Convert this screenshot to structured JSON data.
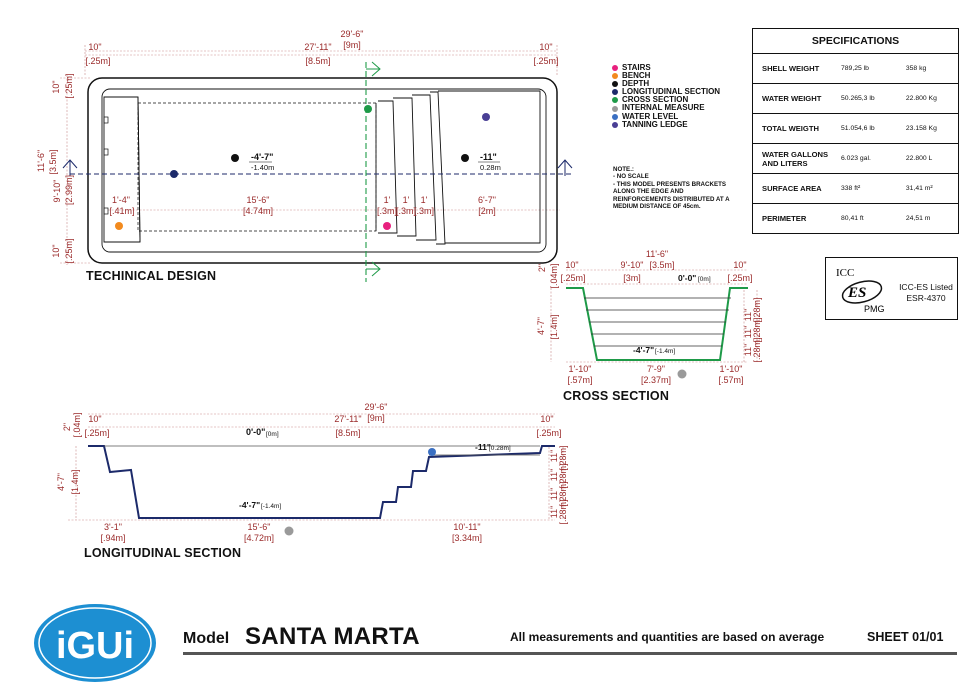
{
  "design": {
    "title": "TECHINICAL DESIGN",
    "top_total_ft": "29'-6\"",
    "top_total_m": "[9m]",
    "left_ft": "10\"",
    "left_m": "[.25m]",
    "mid_ft": "27'-11\"",
    "mid_m": "[8.5m]",
    "right_ft": "10\"",
    "right_m": "[.25m]",
    "side_top_ft": "10\"",
    "side_top_m": "[.25m]",
    "side_mid_ft": "9'-10\"",
    "side_mid_m": "[2.99m]",
    "side_bot_ft": "10\"",
    "side_bot_m": "[.25m]",
    "overall_width_ft": "11'-6\"",
    "overall_width_m": "[3.5m]",
    "depth_deep_ft": "-4'-7\"",
    "depth_deep_m": "-1.40m",
    "depth_shallow_ft": "-11\"",
    "depth_shallow_m": "0.28m",
    "seat_ft": "1'-4\"",
    "seat_m": "[.41m]",
    "deep_len_ft": "15'-6\"",
    "deep_len_m": "[4.74m]",
    "step1_ft": "1'",
    "step1_m": "[.3m]",
    "step2_ft": "1'",
    "step2_m": "[.3m]",
    "step3_ft": "1'",
    "step3_m": "[.3m]",
    "ledge_ft": "6'-7\"",
    "ledge_m": "[2m]"
  },
  "legend": [
    {
      "label": "STAIRS",
      "color": "#e8207e"
    },
    {
      "label": "BENCH",
      "color": "#f28a1e"
    },
    {
      "label": "DEPTH",
      "color": "#111111"
    },
    {
      "label": "LONGITUDINAL SECTION",
      "color": "#1c2a6a"
    },
    {
      "label": "CROSS SECTION",
      "color": "#1e9a48"
    },
    {
      "label": "INTERNAL MEASURE",
      "color": "#9a9a9a"
    },
    {
      "label": "WATER LEVEL",
      "color": "#3a6fc2"
    },
    {
      "label": "TANNING LEDGE",
      "color": "#4a3f95"
    }
  ],
  "note": {
    "title": "NOTE.:",
    "line1": "- NO SCALE",
    "line2": "- THIS MODEL PRESENTS BRACKETS ALONG THE EDGE AND REINFORCEMENTS DISTRIBUTED AT A MEDIUM DISTANCE OF 45cm."
  },
  "specs": {
    "title": "SPECIFICATIONS",
    "rows": [
      {
        "label": "SHELL WEIGHT",
        "imperial": "789,25 lb",
        "metric": "358 kg"
      },
      {
        "label": "WATER WEIGHT",
        "imperial": "50.265,3 lb",
        "metric": "22.800 Kg"
      },
      {
        "label": "TOTAL WEIGTH",
        "imperial": "51.054,6 lb",
        "metric": "23.158 Kg"
      },
      {
        "label": "WATER GALLONS AND LITERS",
        "imperial": "6.023 gal.",
        "metric": "22.800 L"
      },
      {
        "label": "SURFACE AREA",
        "imperial": "338 ft²",
        "metric": "31,41 m²"
      },
      {
        "label": "PERIMETER",
        "imperial": "80,41 ft",
        "metric": "24,51 m"
      }
    ]
  },
  "cross": {
    "title": "CROSS SECTION",
    "total_ft": "11'-6\"",
    "total_m": "[3.5m]",
    "left_ft": "10\"",
    "left_m": "[.25m]",
    "mid_ft": "9'-10\"",
    "mid_m": "[3m]",
    "right_ft": "10\"",
    "right_m": "[.25m]",
    "top_lvl": "0'-0\"",
    "top_lvl_m": "[0m]",
    "bottom_lvl": "-4'-7\"",
    "bottom_lvl_m": "[-1.4m]",
    "rim_ft": "2\"",
    "rim_m": "[.04m]",
    "depth_ft": "4'-7\"",
    "depth_m": "[1.4m]",
    "bl_ft": "1'-10\"",
    "bl_m": "[.57m]",
    "bm_ft": "7'-9\"",
    "bm_m": "[2.37m]",
    "br_ft": "1'-10\"",
    "br_m": "[.57m]",
    "step_ft": "11\"",
    "step_m": "[.28m]"
  },
  "long": {
    "title": "LONGITUDINAL SECTION",
    "total_ft": "29'-6\"",
    "total_m": "[9m]",
    "left_ft": "10\"",
    "left_m": "[.25m]",
    "mid_ft": "27'-11\"",
    "mid_m": "[8.5m]",
    "right_ft": "10\"",
    "right_m": "[.25m]",
    "top_lvl": "0'-0\"",
    "top_lvl_m": "[0m]",
    "shallow_lvl": "-11\"",
    "shallow_lvl_m": "[0.28m]",
    "deep_lvl": "-4'-7\"",
    "deep_lvl_m": "[-1.4m]",
    "rim_ft": "2\"",
    "rim_m": "[.04m]",
    "depth_ft": "4'-7\"",
    "depth_m": "[1.4m]",
    "bl_ft": "3'-1\"",
    "bl_m": "[.94m]",
    "bm_ft": "15'-6\"",
    "bm_m": "[4.72m]",
    "br_ft": "10'-11\"",
    "br_m": "[3.34m]",
    "step_ft": "11\"",
    "step_m": "[.28m]"
  },
  "icc": {
    "logo_text": "ICC ES PMG",
    "line1": "ICC-ES Listed",
    "line2": "ESR-4370"
  },
  "footer": {
    "brand": "iGUi",
    "model_label": "Model",
    "model_name": "SANTA MARTA",
    "note": "All measurements and quantities are based on average",
    "sheet": "SHEET 01/01"
  }
}
